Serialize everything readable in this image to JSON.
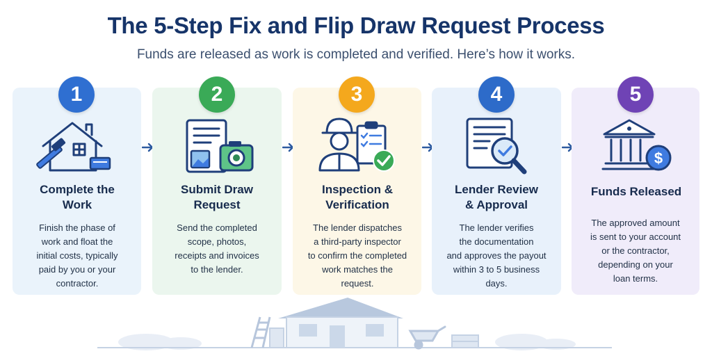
{
  "title": "The 5-Step Fix and Flip Draw Request Process",
  "subtitle": "Funds are released as work is completed and verified. Here’s how it works.",
  "steps": [
    {
      "number": "1",
      "heading_lines": [
        "Complete the",
        "Work"
      ],
      "desc_lines": [
        "Finish the phase of",
        "work and float the",
        "initial costs, typically",
        "paid by you or your",
        "contractor."
      ],
      "icon": "house-hammer-icon",
      "color": "#2f6fd1",
      "card_bg": "#eaf3fb"
    },
    {
      "number": "2",
      "heading_lines": [
        "Submit Draw",
        "Request"
      ],
      "desc_lines": [
        "Send the completed",
        "scope, photos,",
        "receipts and invoices",
        "to the lender."
      ],
      "icon": "document-camera-icon",
      "color": "#3aaa57",
      "card_bg": "#ebf6ee"
    },
    {
      "number": "3",
      "heading_lines": [
        "Inspection &",
        "Verification"
      ],
      "desc_lines": [
        "The lender dispatches",
        "a third-party inspector",
        "to confirm the completed",
        "work matches the",
        "request."
      ],
      "icon": "inspector-checklist-icon",
      "color": "#f4a81d",
      "card_bg": "#fdf7e7"
    },
    {
      "number": "4",
      "heading_lines": [
        "Lender Review",
        "& Approval"
      ],
      "desc_lines": [
        "The lender verifies",
        "the documentation",
        "and approves the payout",
        "within 3 to 5 business",
        "days."
      ],
      "icon": "document-magnifier-icon",
      "color": "#2d6bc9",
      "card_bg": "#e8f1fb"
    },
    {
      "number": "5",
      "heading_lines": [
        "Funds Released"
      ],
      "desc_lines": [
        "The approved amount",
        "is sent to your account",
        "or the contractor,",
        "depending on your",
        "loan terms."
      ],
      "icon": "bank-dollar-icon",
      "color": "#6f43b5",
      "card_bg": "#f0ecfa"
    }
  ],
  "arrow_icon": "chevron-right-arrow-icon",
  "bottom_scene_icon": "house-construction-scene-icon"
}
